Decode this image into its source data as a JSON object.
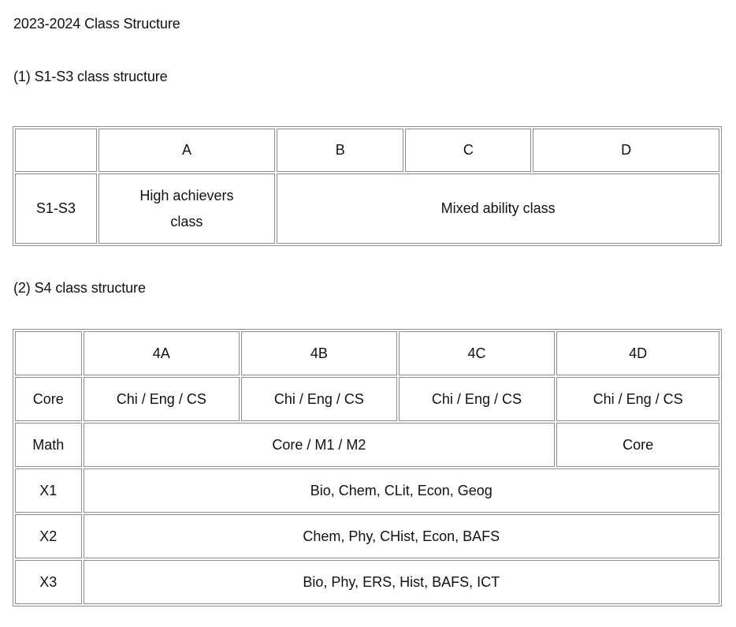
{
  "page": {
    "title": "2023-2024 Class Structure"
  },
  "section1": {
    "heading": "(1) S1-S3 class structure",
    "table": {
      "header": [
        "",
        "A",
        "B",
        "C",
        "D"
      ],
      "row": {
        "label": "S1-S3",
        "high_achievers": "High achievers class",
        "mixed": "Mixed ability class"
      }
    }
  },
  "section2": {
    "heading": "(2) S4 class structure",
    "table": {
      "header": [
        "",
        "4A",
        "4B",
        "4C",
        "4D"
      ],
      "core": {
        "label": "Core",
        "cells": [
          "Chi / Eng / CS",
          "Chi / Eng / CS",
          "Chi / Eng / CS",
          "Chi / Eng / CS"
        ]
      },
      "math": {
        "label": "Math",
        "merged": "Core / M1 / M2",
        "last": "Core"
      },
      "x1": {
        "label": "X1",
        "subjects": "Bio, Chem, CLit, Econ, Geog"
      },
      "x2": {
        "label": "X2",
        "subjects": "Chem, Phy, CHist, Econ, BAFS"
      },
      "x3": {
        "label": "X3",
        "subjects": "Bio, Phy, ERS, Hist, BAFS, ICT"
      }
    }
  }
}
